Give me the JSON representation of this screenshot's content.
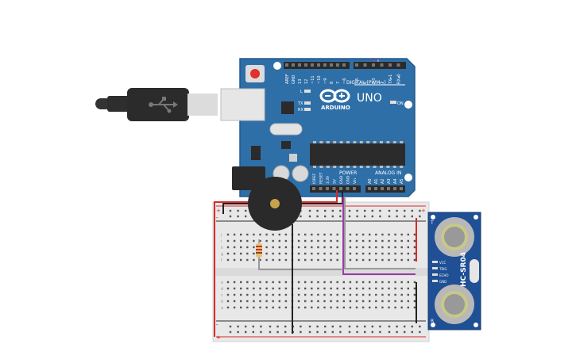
{
  "arduino": {
    "brand": "ARDUINO",
    "model": "UNO",
    "digital_label": "DIGITAL (PWM~)",
    "power_label": "POWER",
    "analog_label": "ANALOG IN",
    "on_label": "ON",
    "l_label": "L",
    "tx_label": "TX",
    "rx_label": "RX",
    "top_pins": [
      "AREF",
      "GND",
      "13",
      "12",
      "~11",
      "~10",
      "~9",
      "8",
      "7",
      "~6",
      "~5",
      "4",
      "~3",
      "2",
      "TX▸1",
      "RX◂0"
    ],
    "power_pins": [
      "IOREF",
      "RESET",
      "3.3V",
      "5V",
      "GND",
      "GND",
      "Vin"
    ],
    "analog_pins": [
      "A0",
      "A1",
      "A2",
      "A3",
      "A4",
      "A5"
    ],
    "colors": {
      "board": "#2f6fa8",
      "board_edge": "#24588a",
      "chip": "#2b2b2b",
      "reset": "#e0312b"
    }
  },
  "breadboard": {
    "row_letters_top": [
      "j",
      "i",
      "h",
      "g",
      "f"
    ],
    "row_letters_bottom": [
      "e",
      "d",
      "c",
      "b",
      "a"
    ],
    "rail_plus": "+",
    "rail_minus": "-",
    "colors": {
      "body": "#e8e8e8",
      "rail_red": "#d92b2b",
      "rail_blue": "#2b2b2b"
    }
  },
  "sensor": {
    "name": "HC-SR04",
    "pins": [
      "VCC",
      "TRIG",
      "ECHO",
      "GND"
    ],
    "t_label": "T",
    "r_label": "R",
    "colors": {
      "board": "#1f4f94",
      "transducer": "#b8b8b8"
    }
  },
  "wires": {
    "colors": {
      "red": "#d92b2b",
      "black": "#222222",
      "gray": "#9a9a9a",
      "purple": "#9b3aa8"
    }
  }
}
